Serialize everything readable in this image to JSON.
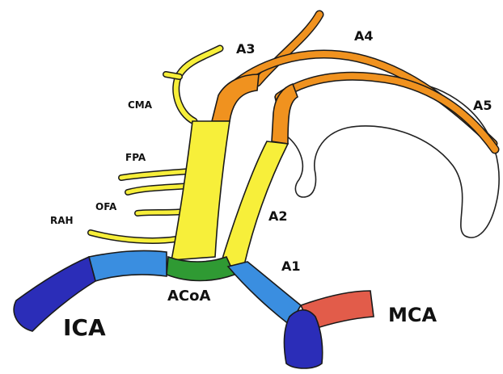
{
  "labels": {
    "a3": "A3",
    "a4": "A4",
    "a5": "A5",
    "a2": "A2",
    "a1": "A1",
    "acoa": "ACoA",
    "ica": "ICA",
    "mca": "MCA",
    "cma": "CMA",
    "fpa": "FPA",
    "ofa": "OFA",
    "rah": "RAH"
  },
  "colors": {
    "ica": "#2b2db8",
    "a1": "#3a8ee0",
    "a2": "#f7ef3a",
    "a3": "#f0921f",
    "acoa": "#2f9a33",
    "mca": "#e25c4a",
    "outline": "#1a1a1a"
  }
}
